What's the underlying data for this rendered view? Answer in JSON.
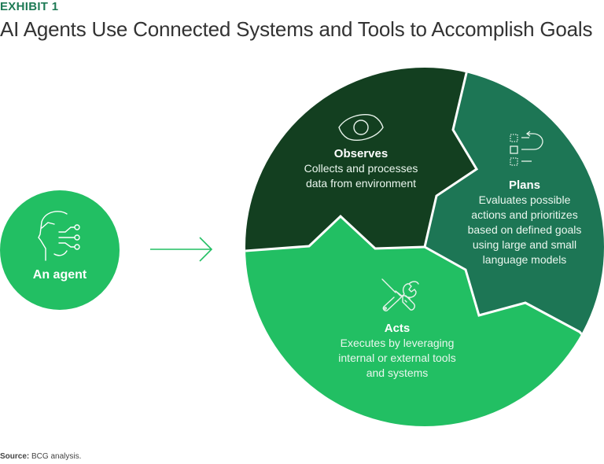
{
  "header": {
    "exhibit_label": "EXHIBIT 1",
    "title": "AI Agents Use Connected Systems and Tools to Accomplish Goals"
  },
  "agent": {
    "label": "An agent",
    "icon": "ai-head-circuit-icon",
    "color": "#22bf63"
  },
  "arrow": {
    "icon": "arrow-right-icon",
    "color": "#22bf63"
  },
  "cycle": {
    "segments": [
      {
        "id": "observes",
        "title": "Observes",
        "description_lines": [
          "Collects and processes",
          "data from environment"
        ],
        "icon": "eye-icon",
        "color": "#133f20"
      },
      {
        "id": "plans",
        "title": "Plans",
        "description_lines": [
          "Evaluates possible",
          "actions and prioritizes",
          "based on defined goals",
          "using large and small",
          "language models"
        ],
        "icon": "checklist-loop-icon",
        "color": "#1d7655"
      },
      {
        "id": "acts",
        "title": "Acts",
        "description_lines": [
          "Executes by leveraging",
          "internal or external tools",
          "and systems"
        ],
        "icon": "tools-icon",
        "color": "#22bf63"
      }
    ]
  },
  "footer": {
    "source_label": "Source:",
    "source_text": "BCG analysis."
  }
}
